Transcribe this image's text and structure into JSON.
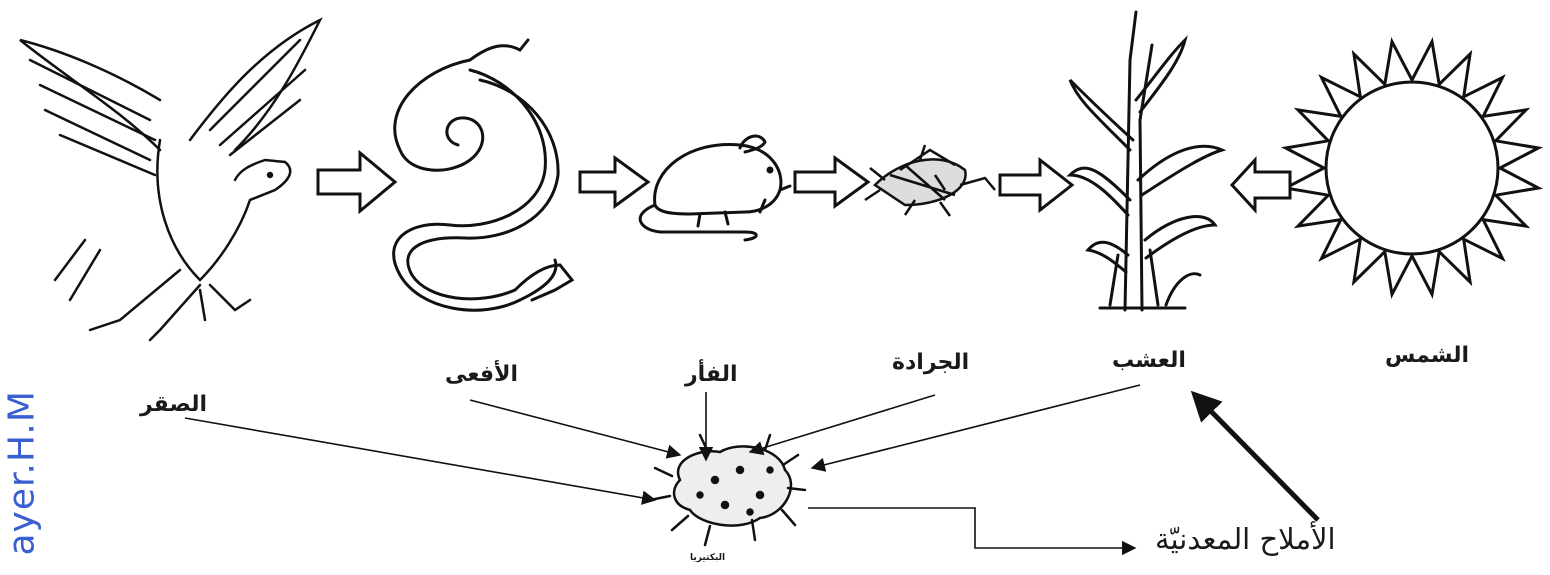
{
  "labels": {
    "sun": "الشمس",
    "grass": "العشب",
    "locust": "الجرادة",
    "mouse": "الفأر",
    "snake": "الأفعى",
    "falcon": "الصقر",
    "bacteria": "البكتيريا",
    "minerals": "الأملاح المعدنيّة"
  },
  "watermark": "ayer.H.M"
}
